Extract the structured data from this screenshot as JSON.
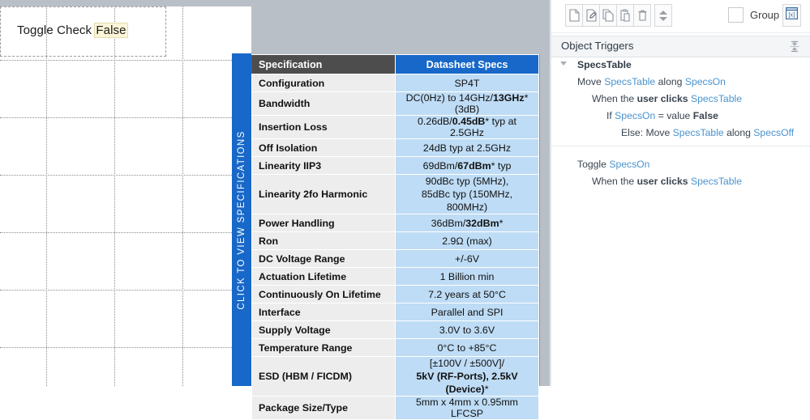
{
  "canvas": {
    "textbox": {
      "prefix": "Toggle Check ",
      "field_value": "False"
    },
    "blue_tab_label": "CLICK TO VIEW SPECIFICATIONS"
  },
  "spec_table": {
    "headers": [
      "Specification",
      "Datasheet Specs"
    ],
    "rows": [
      {
        "spec": "Configuration",
        "value": "SP4T",
        "tall": false
      },
      {
        "spec": "Bandwidth",
        "value": "DC(0Hz) to 14GHz/|13GHz|* (3dB)",
        "tall": false
      },
      {
        "spec": "Insertion Loss",
        "value": "0.26dB/|0.45dB|* typ at 2.5GHz",
        "tall": false
      },
      {
        "spec": "Off Isolation",
        "value": "24dB typ at 2.5GHz",
        "tall": false
      },
      {
        "spec": "Linearity IIP3",
        "value": "69dBm/|67dBm|* typ",
        "tall": false
      },
      {
        "spec": "Linearity 2fo Harmonic",
        "value": "90dBc typ (5MHz),\n85dBc typ (150MHz, 800MHz)",
        "tall": true
      },
      {
        "spec": "Power Handling",
        "value": "36dBm/|32dBm|*",
        "tall": false
      },
      {
        "spec": "Ron",
        "value": "2.9Ω (max)",
        "tall": false
      },
      {
        "spec": "DC Voltage Range",
        "value": "+/-6V",
        "tall": false
      },
      {
        "spec": "Actuation Lifetime",
        "value": "1 Billion min",
        "tall": false
      },
      {
        "spec": "Continuously On Lifetime",
        "value": "7.2 years at 50°C",
        "tall": false
      },
      {
        "spec": "Interface",
        "value": "Parallel and SPI",
        "tall": false
      },
      {
        "spec": "Supply Voltage",
        "value": "3.0V to 3.6V",
        "tall": false
      },
      {
        "spec": "Temperature Range",
        "value": "0°C to +85°C",
        "tall": false
      },
      {
        "spec": "ESD (HBM / FICDM)",
        "value": "[±100V / ±500V]/\n|5kV (RF-Ports), 2.5kV (Device)|*",
        "tall": true
      },
      {
        "spec": "Package Size/Type",
        "value": "5mm x 4mm x 0.95mm LFCSP",
        "tall": false
      }
    ]
  },
  "toolbar": {
    "buttons": [
      {
        "name": "new-icon",
        "title": "New"
      },
      {
        "name": "edit-icon",
        "title": "Edit"
      },
      {
        "name": "copy-icon",
        "title": "Copy"
      },
      {
        "name": "paste-icon",
        "title": "Paste"
      },
      {
        "name": "trash-icon",
        "title": "Delete"
      }
    ],
    "spinner": {
      "up": "▲",
      "down": "▼"
    },
    "group_label": "Group",
    "group_checked": false,
    "expression_label": "[x]"
  },
  "panel": {
    "title": "Object Triggers",
    "object_name": "SpecsTable",
    "triggers": [
      {
        "indent": 0,
        "parts": [
          {
            "t": "Move ",
            "s": "plain"
          },
          {
            "t": "SpecsTable",
            "s": "token"
          },
          {
            "t": " along ",
            "s": "plain"
          },
          {
            "t": "SpecsOn",
            "s": "token"
          }
        ]
      },
      {
        "indent": 1,
        "parts": [
          {
            "t": "When the ",
            "s": "plain"
          },
          {
            "t": "user clicks ",
            "s": "bold"
          },
          {
            "t": "SpecsTable",
            "s": "token"
          }
        ]
      },
      {
        "indent": 2,
        "parts": [
          {
            "t": "If ",
            "s": "plain"
          },
          {
            "t": "SpecsOn",
            "s": "token"
          },
          {
            "t": " = value ",
            "s": "plain"
          },
          {
            "t": "False",
            "s": "bold"
          }
        ]
      },
      {
        "indent": 3,
        "parts": [
          {
            "t": "Else: Move ",
            "s": "plain"
          },
          {
            "t": "SpecsTable",
            "s": "token"
          },
          {
            "t": " along ",
            "s": "plain"
          },
          {
            "t": "SpecsOff",
            "s": "token"
          }
        ]
      },
      {
        "indent": 0,
        "separator_before": true,
        "parts": [
          {
            "t": "Toggle ",
            "s": "plain"
          },
          {
            "t": "SpecsOn",
            "s": "token"
          }
        ]
      },
      {
        "indent": 1,
        "parts": [
          {
            "t": "When the ",
            "s": "plain"
          },
          {
            "t": "user clicks ",
            "s": "bold"
          },
          {
            "t": "SpecsTable",
            "s": "token"
          }
        ]
      }
    ]
  },
  "colors": {
    "accent_blue": "#1768c9",
    "header_gray": "#4d4d4d",
    "cell_blue": "#bedcf5",
    "cell_gray": "#ededed",
    "canvas_gray": "#b8bfc6",
    "token_blue": "#4a93cf",
    "field_highlight": "#fbf5d8"
  }
}
